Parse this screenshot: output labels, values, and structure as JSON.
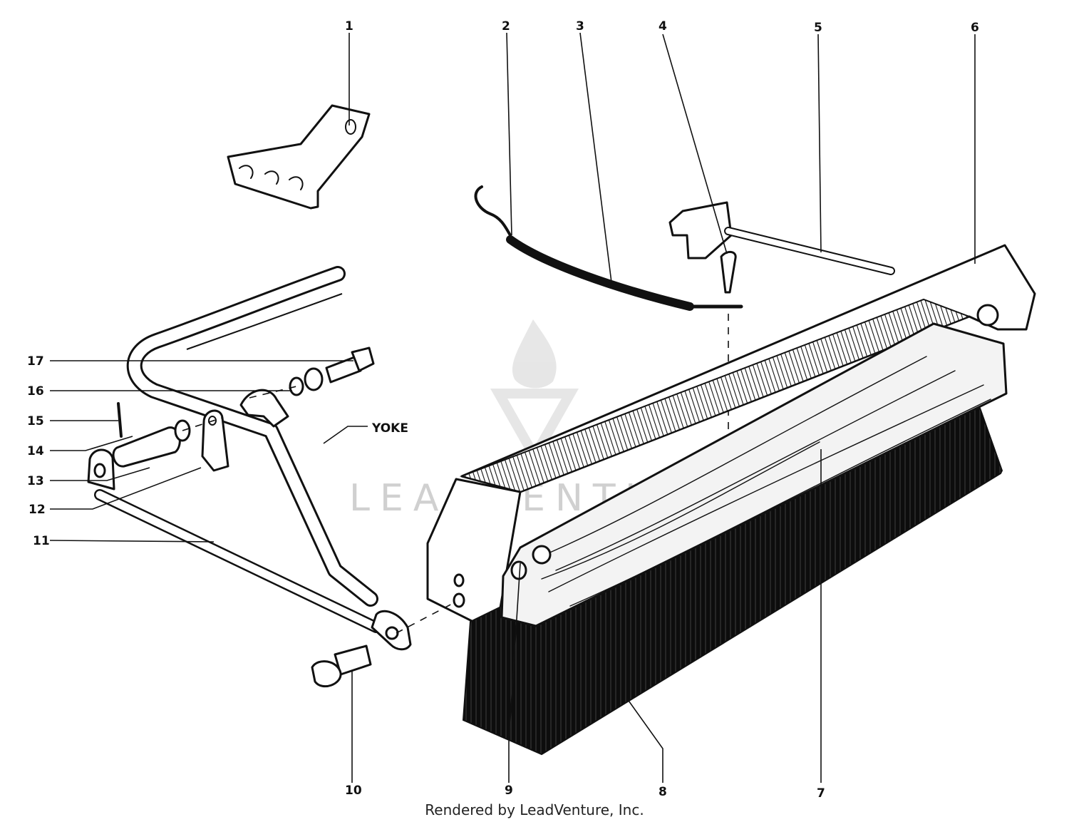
{
  "diagram": {
    "callouts": [
      "1",
      "2",
      "3",
      "4",
      "5",
      "6",
      "7",
      "8",
      "9",
      "10",
      "11",
      "12",
      "13",
      "14",
      "15",
      "16",
      "17"
    ],
    "yoke_label": "YOKE"
  },
  "watermark": {
    "text": "LEADVENTURE"
  },
  "footer": {
    "text": "Rendered by LeadVenture, Inc."
  },
  "colors": {
    "ink": "#111111",
    "watermark": "#d0d0d0",
    "background": "#ffffff"
  },
  "icons": {
    "watermark_logo": "leadventure-flame-logo"
  }
}
